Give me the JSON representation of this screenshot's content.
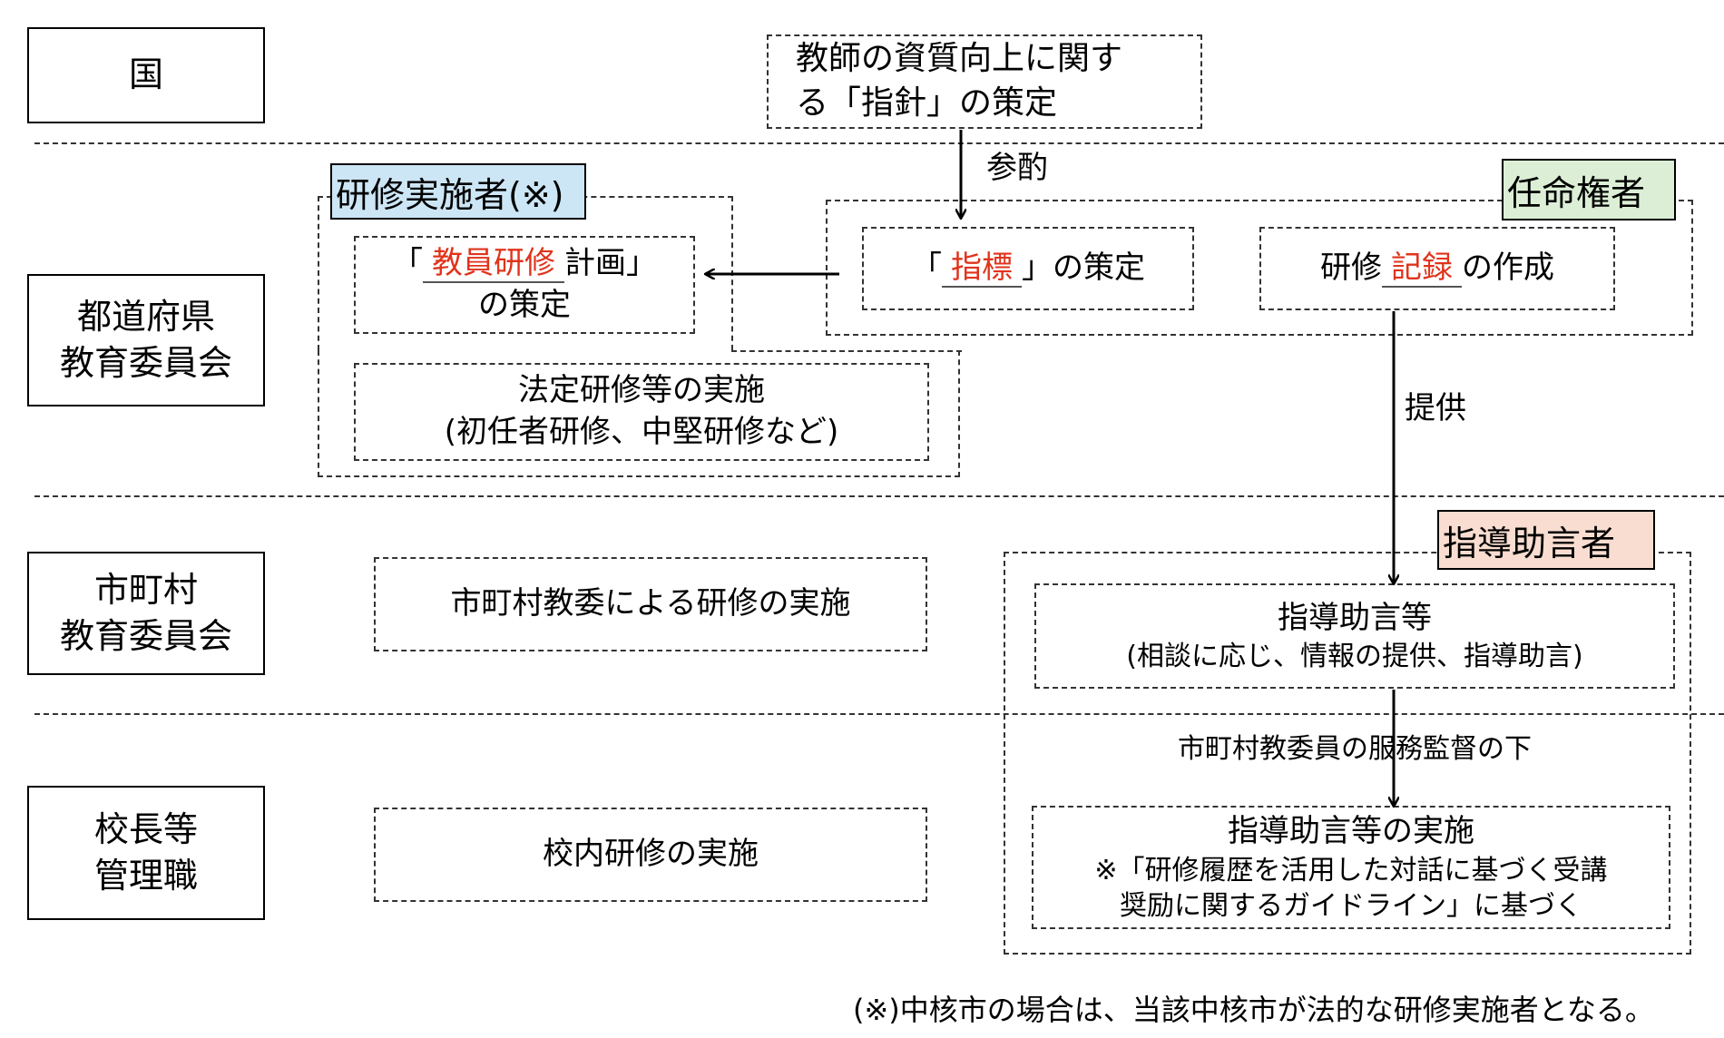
{
  "levels": {
    "national": "国",
    "prefecture": [
      "都道府県",
      "教育委員会"
    ],
    "municipal": [
      "市町村",
      "教育委員会"
    ],
    "principal": [
      "校長等",
      "管理職"
    ]
  },
  "national_box": [
    "教師の資質向上に関す",
    "る「指針」の策定"
  ],
  "labels": {
    "reference": "参酌",
    "provide": "提供",
    "supervision": "市町村教委員の服務監督の下"
  },
  "roles": {
    "implementer": "研修実施者(※)",
    "appointer": "任命権者",
    "advisor": "指導助言者"
  },
  "prefecture_boxes": {
    "training_plan": {
      "open": "「",
      "keyword": "教員研修",
      "rest": "計画」",
      "line2": "の策定"
    },
    "indicator": {
      "open": "「",
      "keyword": "指標",
      "rest": "」の策定"
    },
    "record": {
      "pre": "研修",
      "keyword": "記録",
      "rest": "の作成"
    },
    "statutory": [
      "法定研修等の実施",
      "(初任者研修、中堅研修など)"
    ]
  },
  "municipal_boxes": {
    "training": "市町村教委による研修の実施",
    "advice": [
      "指導助言等",
      "(相談に応じ、情報の提供、指導助言)"
    ]
  },
  "principal_boxes": {
    "school_training": "校内研修の実施",
    "advice_impl": [
      "指導助言等の実施",
      "※「研修履歴を活用した対話に基づく受講",
      "奨励に関するガイドライン」に基づく"
    ]
  },
  "footnote": "(※)中核市の場合は、当該中核市が法的な研修実施者となる。",
  "colors": {
    "implementer_bg": "#cde6f6",
    "appointer_bg": "#dcefd6",
    "advisor_bg": "#f8ddd0",
    "keyword": "#e0341c"
  }
}
